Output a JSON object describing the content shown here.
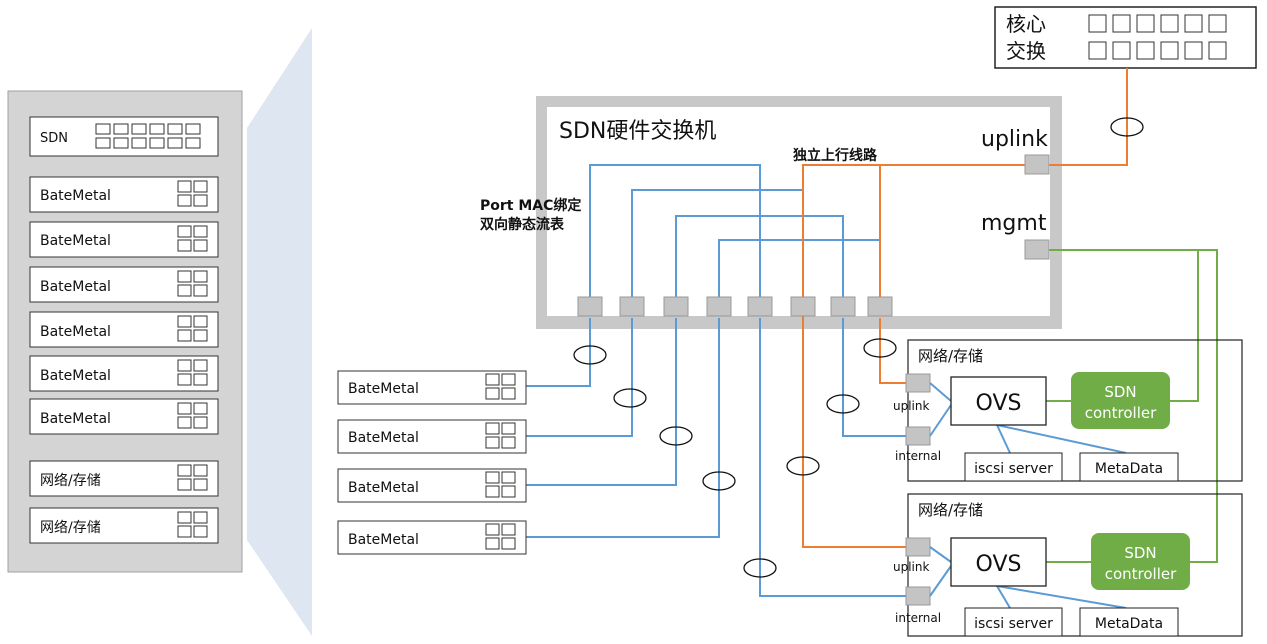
{
  "rack": {
    "items": [
      {
        "label": "SDN",
        "type": "switch"
      },
      {
        "label": "BateMetal",
        "type": "server"
      },
      {
        "label": "BateMetal",
        "type": "server"
      },
      {
        "label": "BateMetal",
        "type": "server"
      },
      {
        "label": "BateMetal",
        "type": "server"
      },
      {
        "label": "BateMetal",
        "type": "server"
      },
      {
        "label": "BateMetal",
        "type": "server"
      },
      {
        "label": "网络/存储",
        "type": "server"
      },
      {
        "label": "网络/存储",
        "type": "server"
      }
    ]
  },
  "core_switch": {
    "line1": "核心",
    "line2": "交换"
  },
  "sdn_switch": {
    "title": "SDN硬件交换机",
    "uplink_label": "uplink",
    "mgmt_label": "mgmt",
    "uplink_line_label": "独立上行线路",
    "binding_label_1": "Port MAC绑定",
    "binding_label_2": "双向静态流表"
  },
  "baremetal_servers": [
    {
      "label": "BateMetal"
    },
    {
      "label": "BateMetal"
    },
    {
      "label": "BateMetal"
    },
    {
      "label": "BateMetal"
    }
  ],
  "storage_nodes": [
    {
      "title": "网络/存储",
      "uplink_port": "uplink",
      "internal_port": "internal",
      "ovs": "OVS",
      "controller_line1": "SDN",
      "controller_line2": "controller",
      "iscsi": "iscsi server",
      "metadata": "MetaData"
    },
    {
      "title": "网络/存储",
      "uplink_port": "uplink",
      "internal_port": "internal",
      "ovs": "OVS",
      "controller_line1": "SDN",
      "controller_line2": "controller",
      "iscsi": "iscsi server",
      "metadata": "MetaData"
    }
  ],
  "colors": {
    "blue_link": "#5b9bd5",
    "orange_link": "#ed7d31",
    "green_link": "#70ad47",
    "controller_fill": "#70ad47",
    "switch_frame": "#c8c8c8",
    "port_fill": "#c4c4c4",
    "rack_fill": "#d4d4d4",
    "fan_fill": "#dee6f2"
  }
}
